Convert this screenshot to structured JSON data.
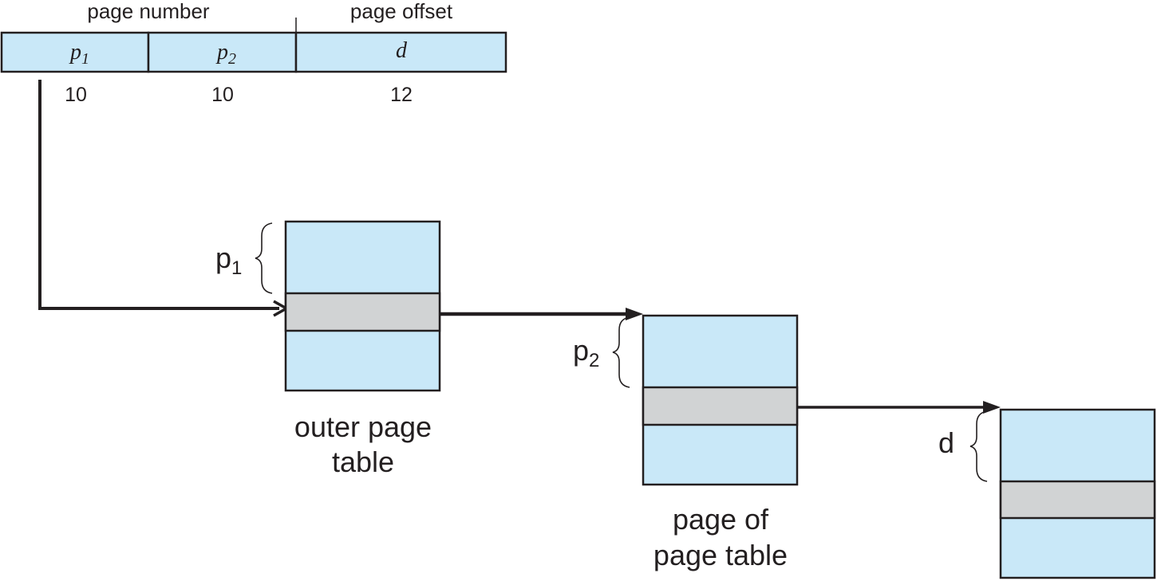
{
  "address": {
    "page_number_label": "page number",
    "page_offset_label": "page offset",
    "fields": [
      {
        "name": "p",
        "sub": "1",
        "bits": "10"
      },
      {
        "name": "p",
        "sub": "2",
        "bits": "10"
      },
      {
        "name": "d",
        "sub": "",
        "bits": "12"
      }
    ]
  },
  "tables": {
    "outer": {
      "index_name": "p",
      "index_sub": "1",
      "caption_line1": "outer page",
      "caption_line2": "table"
    },
    "inner": {
      "index_name": "p",
      "index_sub": "2",
      "caption_line1": "page of",
      "caption_line2": "page table"
    },
    "page": {
      "index_name": "d",
      "index_sub": ""
    }
  },
  "colors": {
    "table_fill": "#c9e8f8",
    "selected_row": "#d1d3d4",
    "stroke": "#231f20"
  }
}
